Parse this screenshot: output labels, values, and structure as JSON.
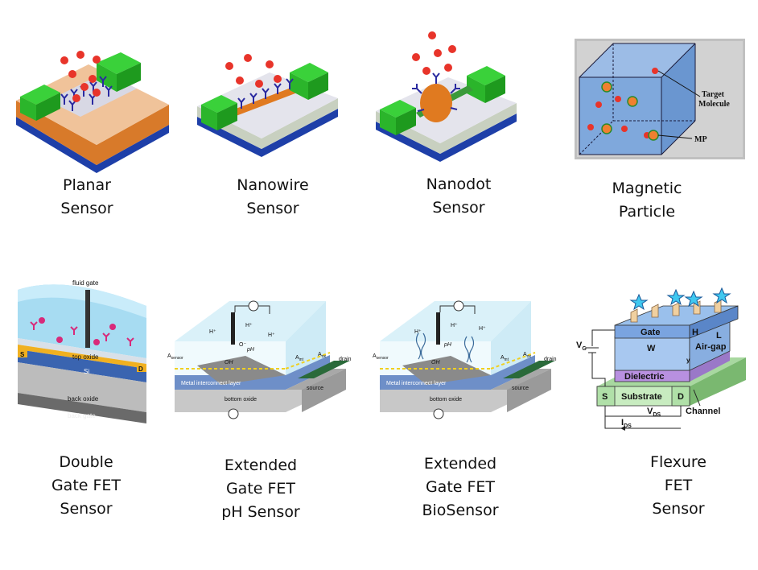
{
  "panels": [
    {
      "id": "planar",
      "caption": [
        "Planar",
        "Sensor"
      ]
    },
    {
      "id": "nanowire",
      "caption": [
        "Nanowire",
        "Sensor"
      ]
    },
    {
      "id": "nanodot",
      "caption": [
        "Nanodot",
        "Sensor"
      ]
    },
    {
      "id": "magnetic",
      "caption": [
        "Magnetic",
        "Particle"
      ],
      "labels": {
        "target": "Target",
        "molecule": "Molecule",
        "mp": "MP"
      }
    },
    {
      "id": "double_gate",
      "caption": [
        "Double",
        "Gate FET",
        "Sensor"
      ],
      "labels": {
        "fluid_gate": "fluid gate",
        "top_oxide": "top oxide",
        "s": "S",
        "d": "D",
        "si": "Si",
        "back_oxide": "back oxide",
        "back_gate": "back gate"
      }
    },
    {
      "id": "egfet_ph",
      "caption": [
        "Extended",
        "Gate FET",
        "pH Sensor"
      ],
      "labels": {
        "asensor": "A",
        "asensor_sub": "sensor",
        "hplus": "H⁺",
        "metal": "Metal interconnect layer",
        "aint": "A",
        "aint_sub": "int",
        "aox": "A",
        "aox_sub": "ox",
        "drain": "drain",
        "source": "source",
        "bottom_oxide": "bottom oxide",
        "oh": "OH",
        "ph": "pH",
        "o_minus": "O⁻"
      }
    },
    {
      "id": "egfet_bio",
      "caption": [
        "Extended",
        "Gate FET",
        "BioSensor"
      ],
      "labels": {
        "asensor": "A",
        "asensor_sub": "sensor",
        "hplus": "H⁺",
        "metal": "Metal interconnect layer",
        "aint": "A",
        "aint_sub": "int",
        "aox": "A",
        "aox_sub": "ox",
        "drain": "drain",
        "source": "source",
        "bottom_oxide": "bottom oxide",
        "oh": "OH",
        "ph": "pH"
      }
    },
    {
      "id": "flexure",
      "caption": [
        "Flexure",
        "FET",
        "Sensor"
      ],
      "labels": {
        "gate": "Gate",
        "w": "W",
        "h": "H",
        "l": "L",
        "airgap": "Air-gap",
        "vg": "V",
        "vg_sub": "G",
        "dielectric": "Dielectric",
        "s": "S",
        "substrate": "Substrate",
        "d": "D",
        "vds": "V",
        "vds_sub": "DS",
        "channel": "Channel",
        "ids": "I",
        "ids_sub": "DS",
        "y": "y"
      }
    }
  ]
}
